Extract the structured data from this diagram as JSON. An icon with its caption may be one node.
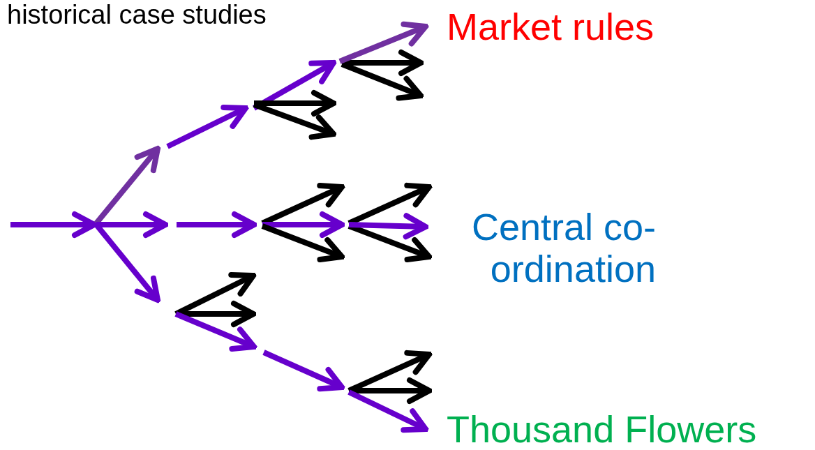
{
  "diagram": {
    "title": "historical case studies",
    "nodes": [
      {
        "text": [
          "Market rules"
        ]
      },
      {
        "text": [
          "Central co-ordination"
        ]
      },
      {
        "text": [
          "Thousand Flowers"
        ]
      }
    ],
    "edges": [
      {
        "from": null,
        "to": 0,
        "arrow": "to",
        "color": "#7030a0"
      },
      {
        "from": null,
        "to": 1,
        "arrow": "to"
      },
      {
        "from": null,
        "to": 2,
        "arrow": "to"
      }
    ]
  }
}
